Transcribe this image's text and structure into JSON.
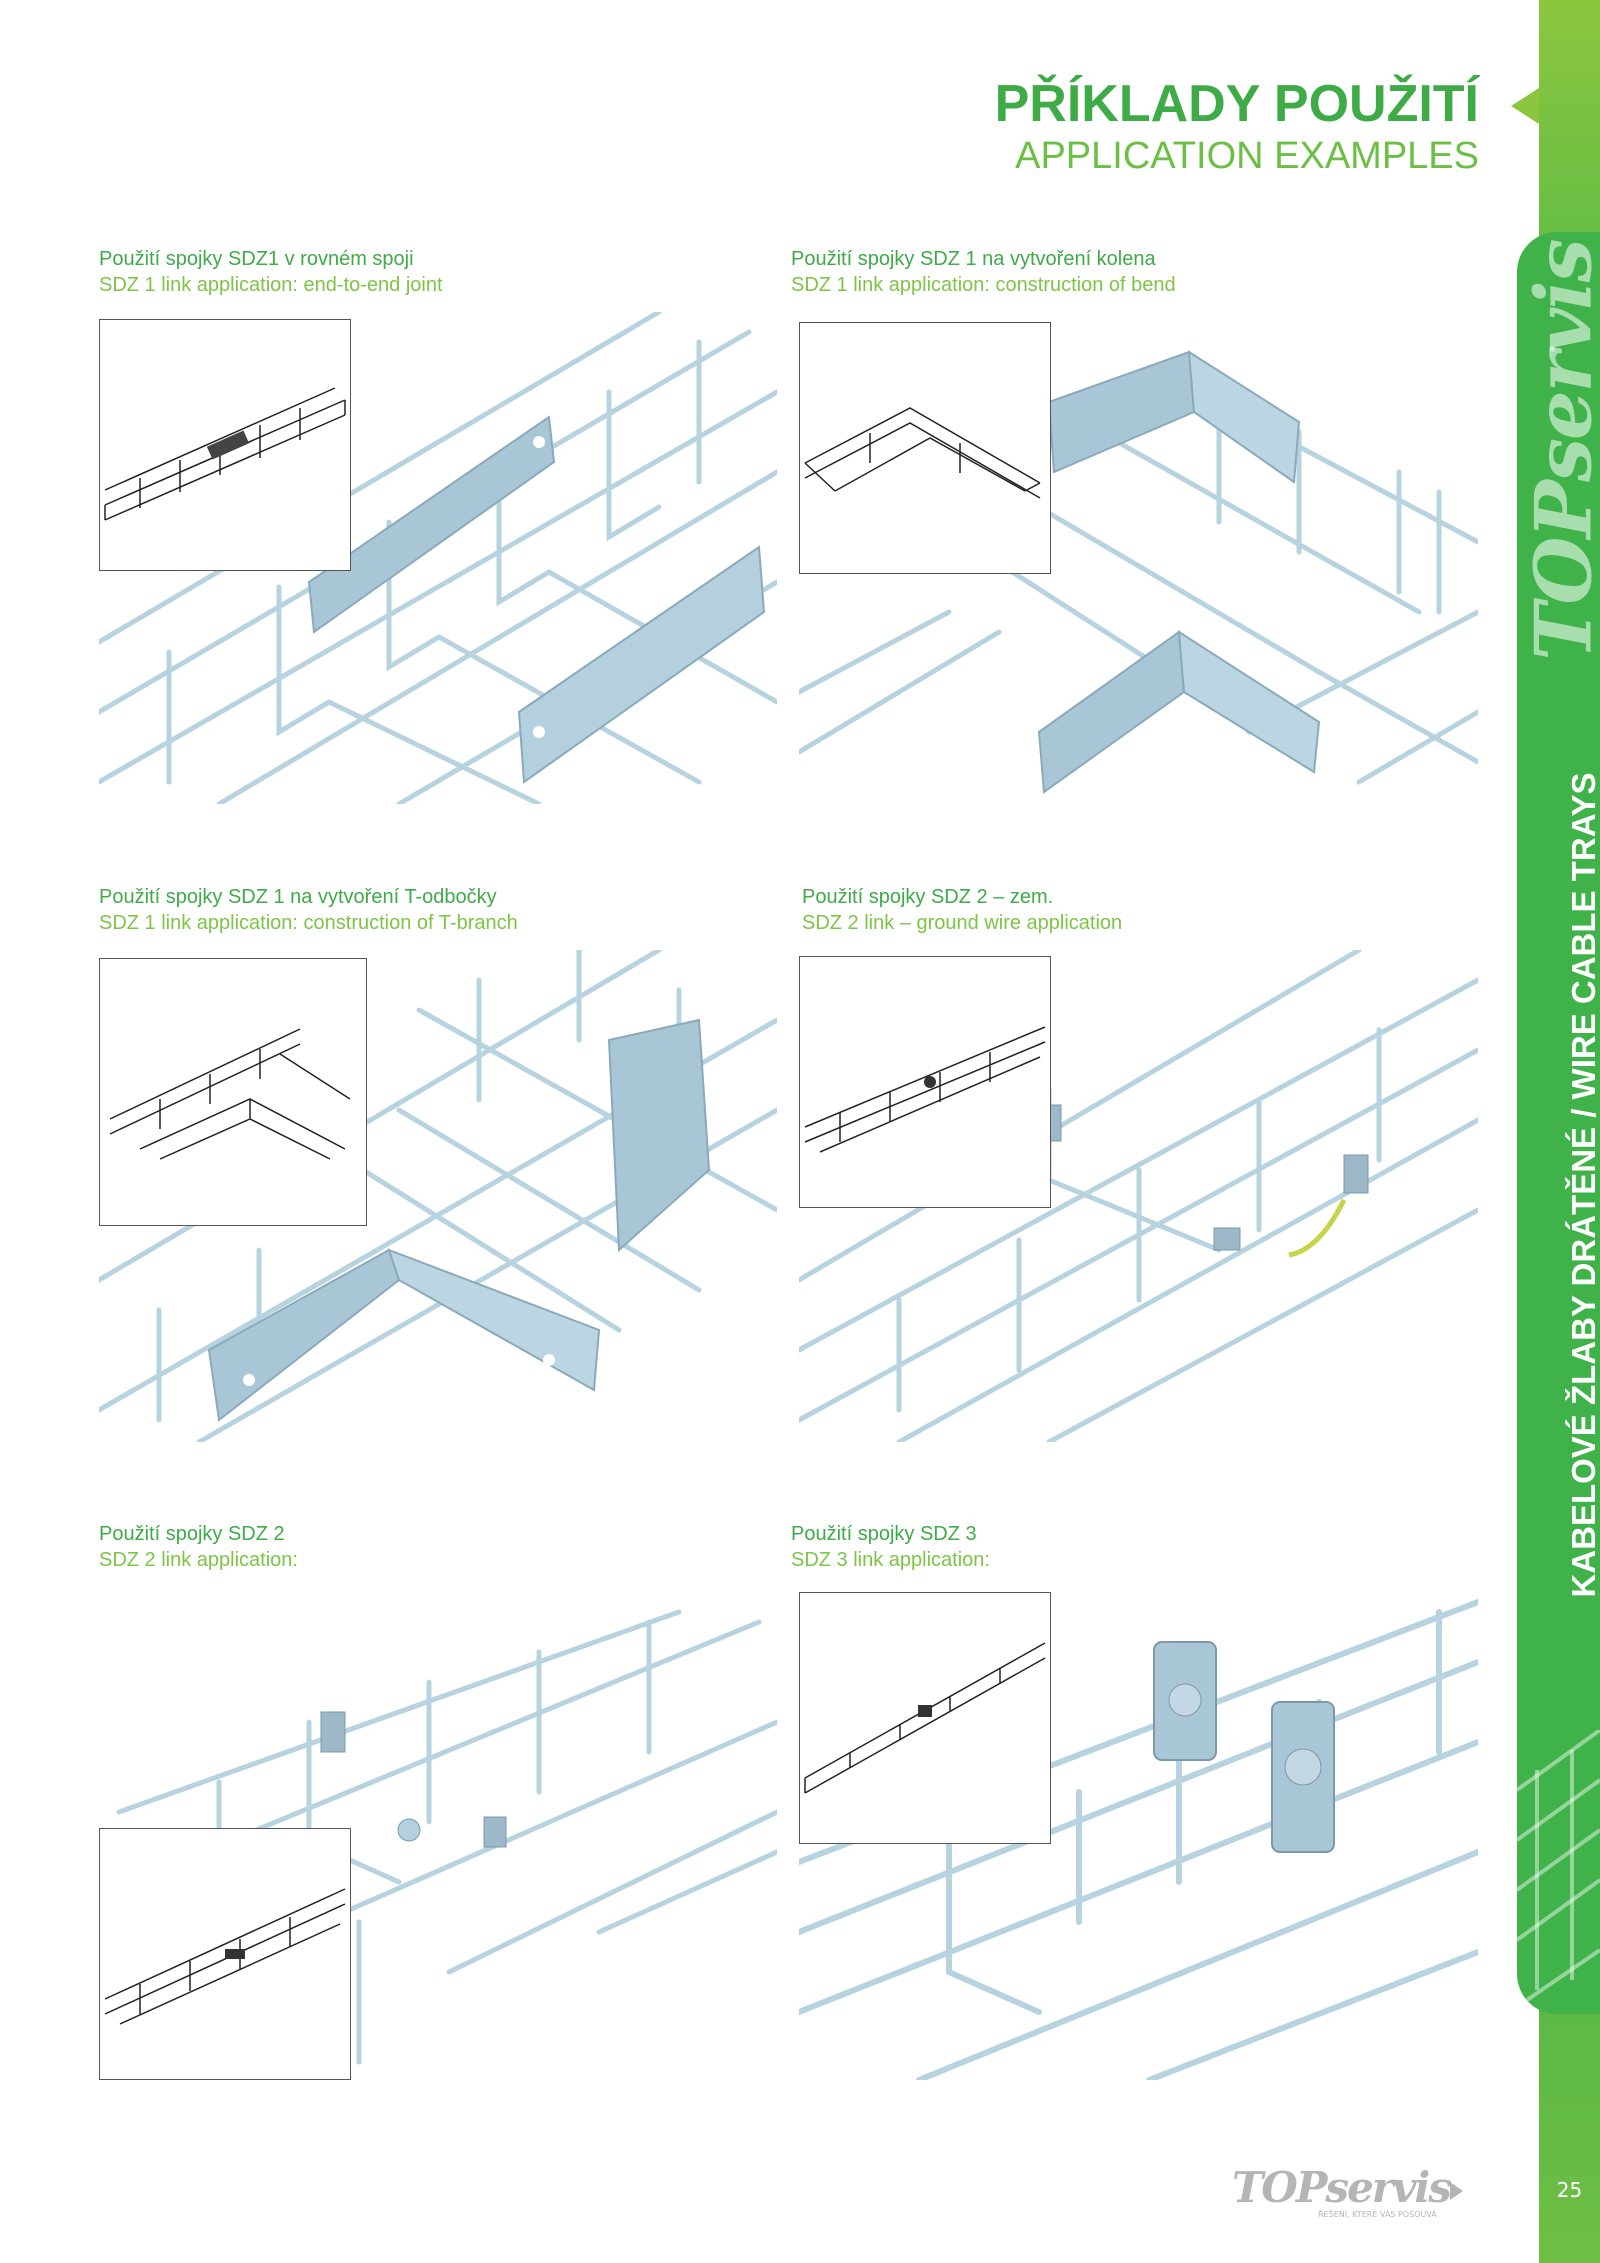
{
  "header": {
    "title": "PŘÍKLADY POUŽITÍ",
    "subtitle": "APPLICATION EXAMPLES"
  },
  "sidebar": {
    "brand": "TOPservis",
    "section_title": "KABELOVÉ ŽLABY DRÁTĚNÉ / WIRE CABLE TRAYS",
    "page_number": "25"
  },
  "examples": [
    {
      "cz": "Použití spojky SDZ1 v rovném spoji",
      "en": "SDZ 1 link application: end-to-end joint"
    },
    {
      "cz": "Použití spojky SDZ 1 na vytvoření kolena",
      "en": "SDZ 1 link application: construction of bend"
    },
    {
      "cz": "Použití spojky SDZ 1 na vytvoření T-odbočky",
      "en": "SDZ 1 link application: construction of T-branch"
    },
    {
      "cz": "Použití spojky SDZ 2 – zem.",
      "en": "SDZ 2 link – ground wire application"
    },
    {
      "cz": "Použití spojky SDZ 2",
      "en": "SDZ 2 link application:"
    },
    {
      "cz": "Použití spojky SDZ 3",
      "en": "SDZ 3 link application:"
    }
  ],
  "footer": {
    "logo": "TOPservis",
    "tagline": "ŘEŠENÍ, KTERÉ VÁS POSOUVÁ"
  },
  "colors": {
    "green_dark": "#3eab47",
    "green_light": "#7dc545",
    "wire": "#b7d3e0",
    "plate": "#a9c6d6"
  }
}
